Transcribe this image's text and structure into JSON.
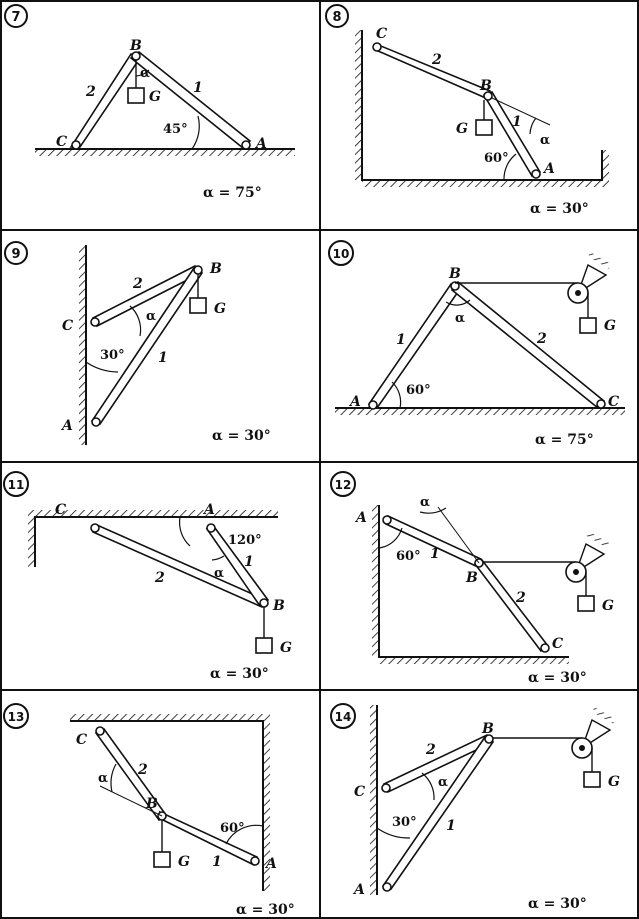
{
  "panels": [
    {
      "num": "7",
      "labels": {
        "B": "B",
        "C": "C",
        "A": "A",
        "G": "G",
        "one": "1",
        "two": "2",
        "alpha": "α",
        "ang": "45°"
      },
      "caption": "α = 75°"
    },
    {
      "num": "8",
      "labels": {
        "C": "C",
        "B": "B",
        "A": "A",
        "G": "G",
        "one": "1",
        "two": "2",
        "alpha": "α",
        "ang": "60°"
      },
      "caption": "α = 30°"
    },
    {
      "num": "9",
      "labels": {
        "B": "B",
        "C": "C",
        "A": "A",
        "G": "G",
        "one": "1",
        "two": "2",
        "alpha": "α",
        "ang": "30°"
      },
      "caption": "α = 30°"
    },
    {
      "num": "10",
      "labels": {
        "B": "B",
        "C": "C",
        "A": "A",
        "G": "G",
        "one": "1",
        "two": "2",
        "alpha": "α",
        "ang": "60°"
      },
      "caption": "α = 75°"
    },
    {
      "num": "11",
      "labels": {
        "C": "C",
        "A": "A",
        "B": "B",
        "G": "G",
        "one": "1",
        "two": "2",
        "alpha": "α",
        "ang": "120°"
      },
      "caption": "α = 30°"
    },
    {
      "num": "12",
      "labels": {
        "A": "A",
        "B": "B",
        "C": "C",
        "G": "G",
        "one": "1",
        "two": "2",
        "alpha": "α",
        "ang": "60°"
      },
      "caption": "α = 30°"
    },
    {
      "num": "13",
      "labels": {
        "C": "C",
        "B": "B",
        "A": "A",
        "G": "G",
        "one": "1",
        "two": "2",
        "alpha": "α",
        "ang": "60°"
      },
      "caption": "α = 30°"
    },
    {
      "num": "14",
      "labels": {
        "B": "B",
        "C": "C",
        "A": "A",
        "G": "G",
        "one": "1",
        "two": "2",
        "alpha": "α",
        "ang": "30°"
      },
      "caption": "α = 30°"
    }
  ]
}
